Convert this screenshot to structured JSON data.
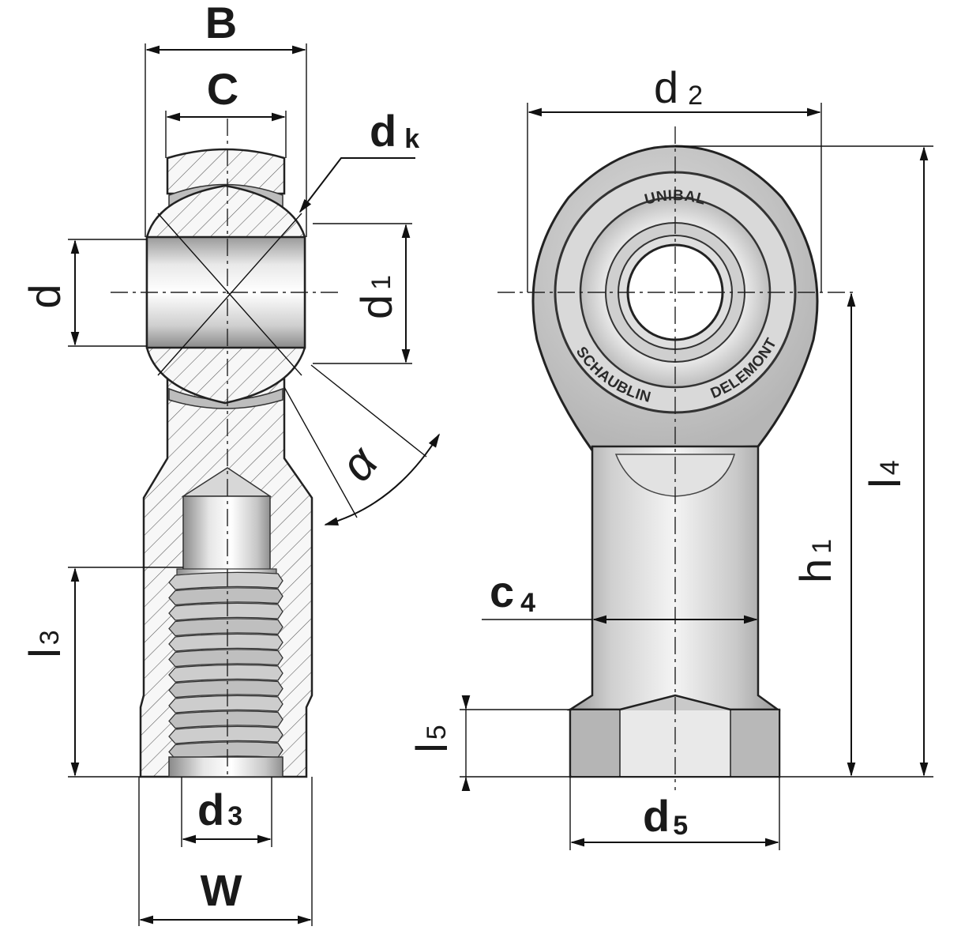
{
  "labels": {
    "B": "B",
    "C": "C",
    "dk": {
      "main": "d",
      "sub": "k"
    },
    "d": "d",
    "d1": {
      "main": "d",
      "sub": "1"
    },
    "alpha": "α",
    "l3": {
      "main": "l",
      "sub": "3"
    },
    "d3": {
      "main": "d",
      "sub": "3"
    },
    "W": "W",
    "d2": {
      "main": "d",
      "sub": "2"
    },
    "c4": {
      "main": "c",
      "sub": "4"
    },
    "h1": {
      "main": "h",
      "sub": "1"
    },
    "l4": {
      "main": "l",
      "sub": "4"
    },
    "l5": {
      "main": "l",
      "sub": "5"
    },
    "d5": {
      "main": "d",
      "sub": "5"
    }
  },
  "engraving": {
    "top": "UNIBAL",
    "bottom_left": "SCHAUBLIN",
    "bottom_right": "DELEMONT"
  },
  "colors": {
    "metal_light": "#e6e6e6",
    "metal_mid": "#c4c4c4",
    "metal_dark": "#8f8f8f",
    "line": "#111111",
    "background": "#ffffff"
  }
}
